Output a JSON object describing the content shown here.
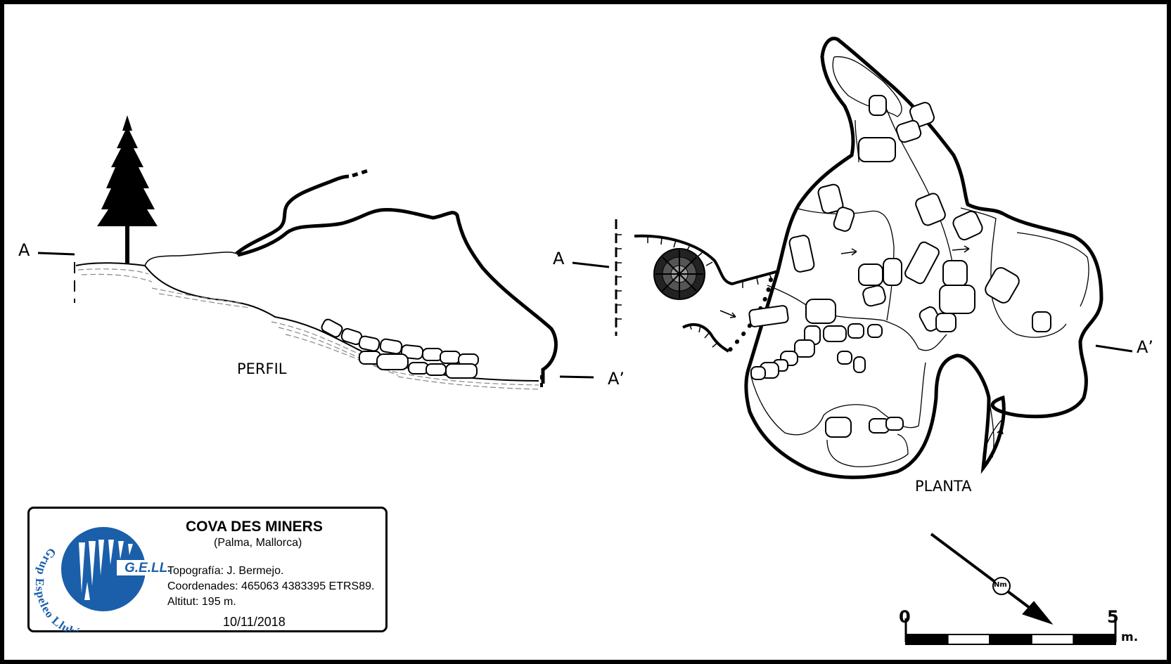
{
  "profile_view": {
    "label": "PERFIL",
    "section_start": "A",
    "section_end": "A’"
  },
  "plan_view": {
    "label": "PLANTA",
    "section_start": "A",
    "section_end": "A’"
  },
  "info_box": {
    "title": "COVA DES MINERS",
    "location": "(Palma, Mallorca)",
    "topography": "Topografía: J. Bermejo.",
    "coordinates": "Coordenades: 465063 4383395 ETRS89.",
    "altitude": "Altitut: 195 m.",
    "date": "10/11/2018",
    "logo": {
      "text": "G.E.LL.",
      "ring_text": "Grup Espeleo Llubí",
      "color": "#1b5faa"
    }
  },
  "north_arrow": {
    "label": "Nm",
    "icon": "north-arrow-icon"
  },
  "scale_bar": {
    "start": "0",
    "end": "5",
    "unit": "m.",
    "segments": 5
  }
}
